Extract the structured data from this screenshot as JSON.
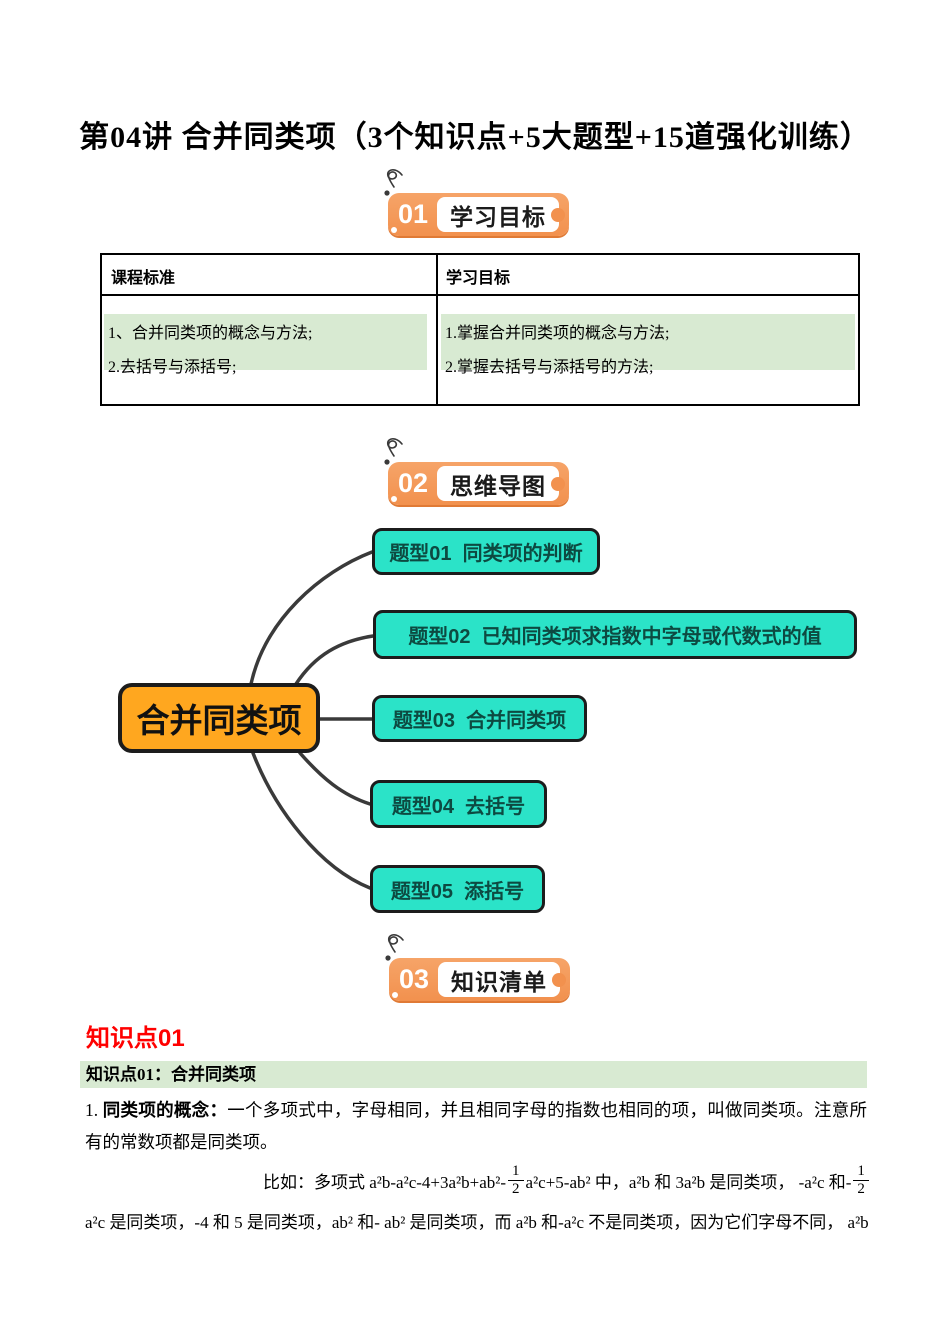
{
  "colors": {
    "badge_orange": "#F2914E",
    "badge_orange_light": "#F6A468",
    "badge_orange_dark": "#E07A35",
    "node_orange": "#FFA71F",
    "node_teal": "#2BE3C8",
    "node_border": "#1C1C1C",
    "connector": "#3A3A3A",
    "highlight_green": "#D8EAD2",
    "heading_red": "#FF0000",
    "branch_text": "#0D4A41"
  },
  "title": "第04讲 合并同类项（3个知识点+5大题型+15道强化训练）",
  "badges": [
    {
      "num": "01",
      "label": "学习目标"
    },
    {
      "num": "02",
      "label": "思维导图"
    },
    {
      "num": "03",
      "label": "知识清单"
    }
  ],
  "table": {
    "header_left": "课程标准",
    "header_right": "学习目标",
    "left_items": [
      "1、合并同类项的概念与方法;",
      "2.去括号与添括号;"
    ],
    "right_items": [
      "1.掌握合并同类项的概念与方法;",
      "2.掌握去括号与添括号的方法;"
    ]
  },
  "mindmap": {
    "center": "合并同类项",
    "branches": [
      "题型01  同类项的判断",
      "题型02  已知同类项求指数中字母或代数式的值",
      "题型03  合并同类项",
      "题型04  去括号",
      "题型05  添括号"
    ]
  },
  "knowledge": {
    "section_heading": "知识点01",
    "bar_title": "知识点01：合并同类项",
    "concept_num": "1. ",
    "concept_bold": "同类项的概念：",
    "concept_text": "一个多项式中，字母相同，并且相同字母的指数也相同的项，叫做同类项。注意所有的常数项都是同类项。",
    "example_part1": "比如：多项式 a²b-a²c-4+3a²b+ab²-",
    "frac1_num": "1",
    "frac1_den": "2",
    "example_part2": " a²c+5-ab² 中，a²b 和 3a²b 是同类项，  -a²c 和-",
    "frac2_num": "1",
    "frac2_den": "2",
    "example_line2": "a²c 是同类项，-4 和 5 是同类项，ab² 和- ab² 是同类项，而 a²b 和-a²c 不是同类项，因为它们字母不同，  a²b"
  }
}
